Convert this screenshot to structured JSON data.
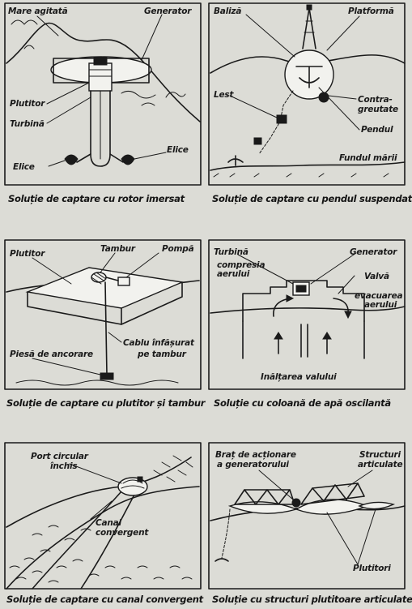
{
  "panels": [
    {
      "caption": "Soluție de captare cu rotor imersat",
      "labels": {
        "rough_sea": "Mare agitată",
        "generator": "Generator",
        "float": "Plutitor",
        "turbine": "Turbină",
        "propeller_left": "Elice",
        "propeller_right": "Elice"
      }
    },
    {
      "caption": "Soluție de captare cu pendul suspendat",
      "labels": {
        "beacon": "Baliză",
        "platform": "Platformă",
        "ballast": "Lest",
        "counterweight_1": "Contra-",
        "counterweight_2": "greutate",
        "pendulum": "Pendul",
        "seabed": "Fundul mării"
      }
    },
    {
      "caption": "Soluție de captare cu plutitor și tambur",
      "labels": {
        "float": "Plutitor",
        "drum": "Tambur",
        "pump": "Pompă",
        "cable_1": "Cablu înfășurat",
        "cable_2": "pe tambur",
        "anchor": "Piesă de ancorare"
      }
    },
    {
      "caption": "Soluție cu coloană de apă oscilantă",
      "labels": {
        "turbine": "Turbină",
        "generator": "Generator",
        "air_comp_1": "compresia",
        "air_comp_2": "aerului",
        "valve": "Valvă",
        "air_exh_1": "evacuarea",
        "air_exh_2": "aerului",
        "wave_rise": "Inălțarea valului"
      }
    },
    {
      "caption": "Soluție de captare cu canal convergent",
      "labels": {
        "port_1": "Port circular",
        "port_2": "închis",
        "channel_1": "Canal",
        "channel_2": "convergent"
      }
    },
    {
      "caption": "Soluție cu structuri plutitoare articulate",
      "labels": {
        "arm_1": "Braț de acționare",
        "arm_2": "a generatorului",
        "structures_1": "Structuri",
        "structures_2": "articulate",
        "floats": "Plutitori"
      }
    }
  ]
}
